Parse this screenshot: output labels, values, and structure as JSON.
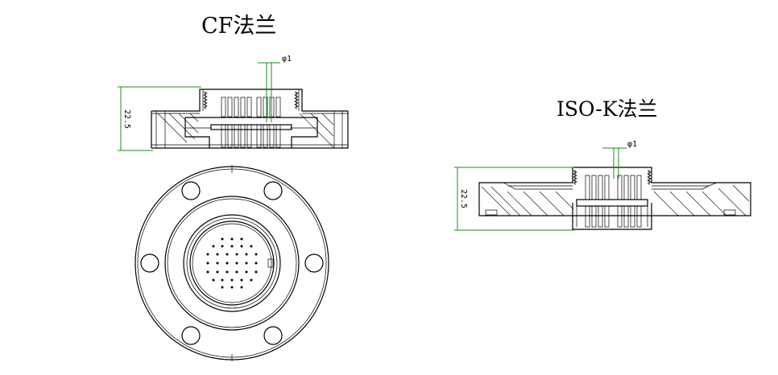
{
  "titles": {
    "cf": "CF法兰",
    "iso": "ISO-K法兰"
  },
  "dimensions": {
    "cf_diameter": "φ1",
    "cf_height": "22.5",
    "iso_diameter": "φ1",
    "iso_height": "22.5"
  },
  "colors": {
    "line": "#000000",
    "dimension_line": "#1a8c1a"
  }
}
